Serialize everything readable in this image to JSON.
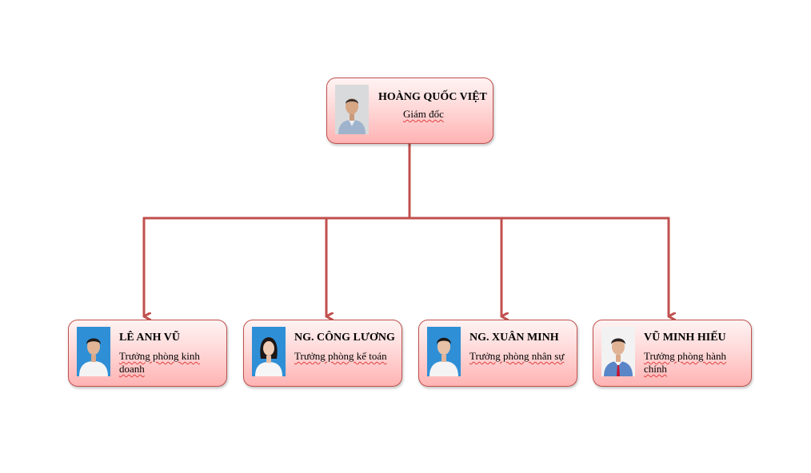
{
  "director": {
    "name": "HOÀNG QUỐC VIỆT",
    "title": "Giám đốc"
  },
  "managers": [
    {
      "name": "LÊ ANH VŨ",
      "title": "Trưởng phòng kinh doanh"
    },
    {
      "name": "NG. CÔNG LƯƠNG",
      "title": "Trưởng phòng kế toán"
    },
    {
      "name": "NG. XUÂN MINH",
      "title": "Trưởng phòng nhân sự"
    },
    {
      "name": "VŨ MINH HIẾU",
      "title": "Trưởng phòng hành chính"
    }
  ],
  "colors": {
    "connector": "#c0504d",
    "card_border": "#c0504d",
    "card_fill_top": "#fff3f3",
    "card_fill_bottom": "#ffb3b3"
  }
}
